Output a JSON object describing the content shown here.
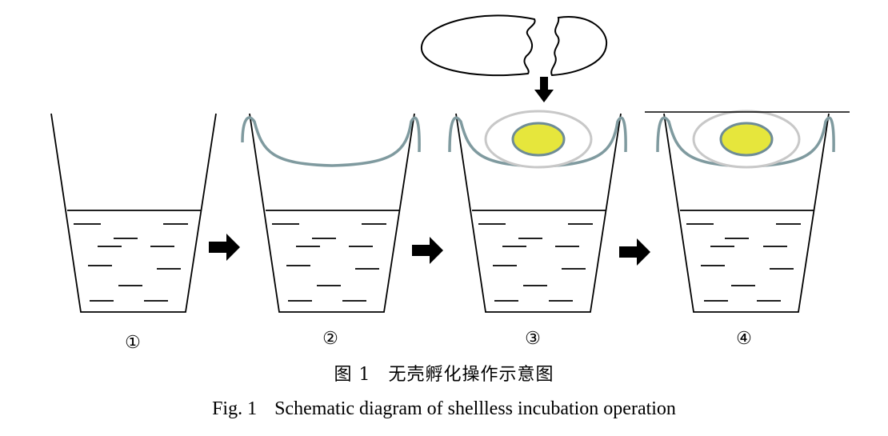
{
  "steps": [
    {
      "label": "①",
      "has_membrane": false,
      "has_egg": false,
      "has_lid": false
    },
    {
      "label": "②",
      "has_membrane": true,
      "has_egg": false,
      "has_lid": false
    },
    {
      "label": "③",
      "has_membrane": true,
      "has_egg": true,
      "has_lid": false
    },
    {
      "label": "④",
      "has_membrane": true,
      "has_egg": true,
      "has_lid": true
    }
  ],
  "caption": {
    "cn_prefix": "图 1",
    "cn_text": "无壳孵化操作示意图",
    "en_prefix": "Fig. 1",
    "en_text": "Schematic diagram of shellless incubation operation"
  },
  "colors": {
    "line": "#000000",
    "membrane": "#7f9a9f",
    "albumen_ring": "#c8c8c8",
    "yolk": "#e6e63c",
    "yolk_stroke": "#6e8c96"
  },
  "icons": [
    "cracked-egg-icon",
    "down-arrow-icon",
    "right-arrow-icon"
  ]
}
